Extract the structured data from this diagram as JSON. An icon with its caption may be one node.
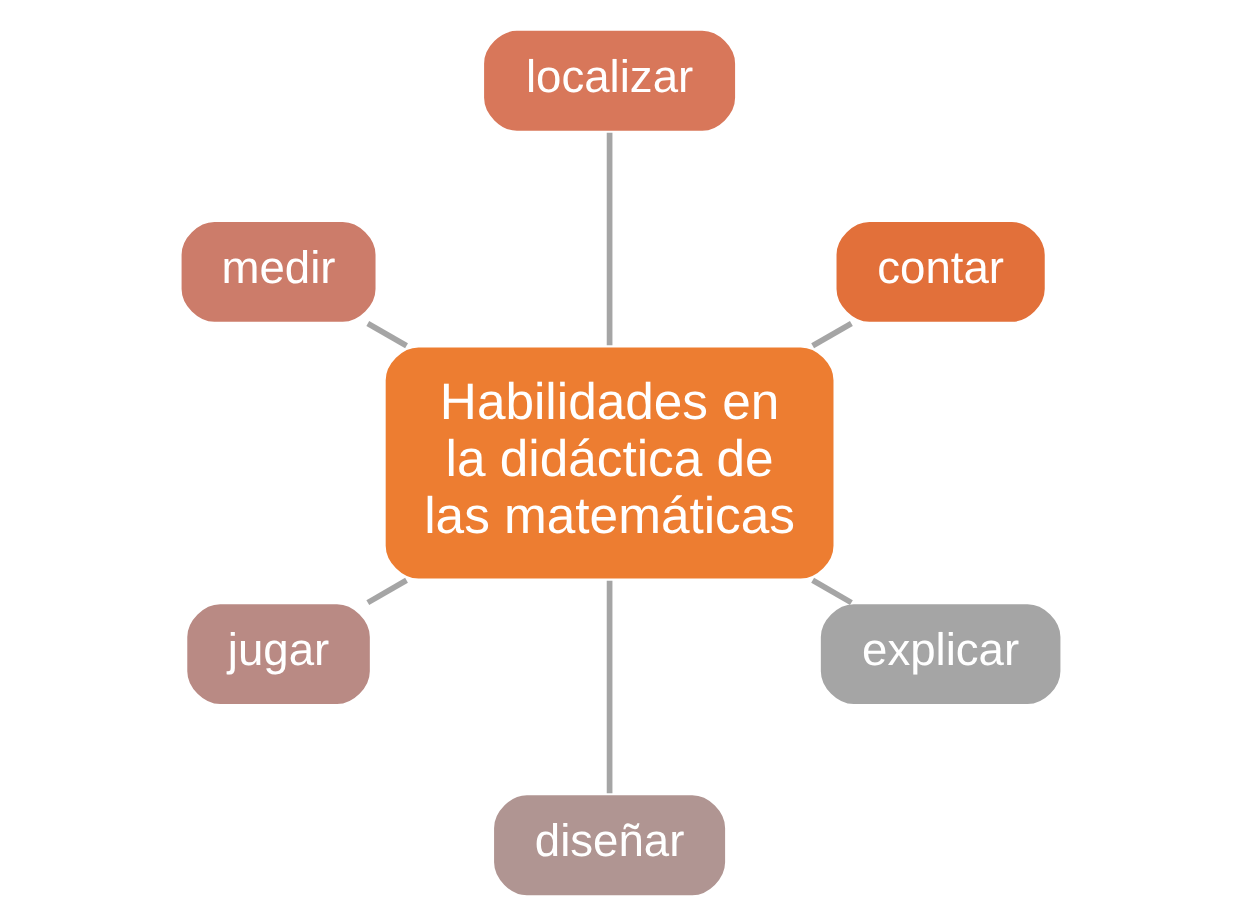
{
  "diagram": {
    "nodes": [
      {
        "text": [
          "Habilidades en la didáctica de las matemáticas"
        ]
      },
      {
        "text": [
          "contar"
        ]
      },
      {
        "text": [
          "localizar"
        ]
      },
      {
        "text": [
          "medir"
        ]
      },
      {
        "text": [
          "jugar"
        ]
      },
      {
        "text": [
          "diseñar"
        ]
      },
      {
        "text": [
          "explicar"
        ]
      }
    ],
    "edges": [
      {
        "from": 0,
        "to": 1,
        "arrow": "none"
      },
      {
        "from": 0,
        "to": 2,
        "arrow": "none"
      },
      {
        "from": 0,
        "to": 3,
        "arrow": "none"
      },
      {
        "from": 0,
        "to": 4,
        "arrow": "none"
      },
      {
        "from": 0,
        "to": 5,
        "arrow": "none"
      },
      {
        "from": 0,
        "to": 6,
        "arrow": "none"
      }
    ]
  }
}
